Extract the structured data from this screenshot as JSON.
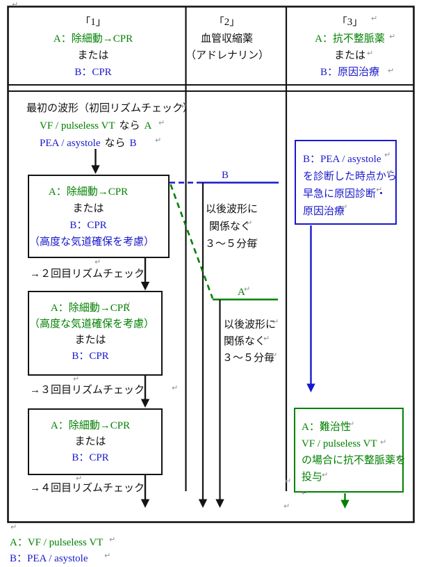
{
  "colors": {
    "green": "#008000",
    "blue": "#1818cc",
    "line_black": "#141414",
    "mark_gray": "#8f8f8f"
  },
  "marks": {
    "pilcrow": "↵"
  },
  "header": {
    "col1": {
      "title": "「1」",
      "option_a": "A：除細動→CPR",
      "or": "または",
      "option_b": "B：CPR"
    },
    "col2": {
      "title": "「2」",
      "line1": "血管収縮薬",
      "line2": "（アドレナリン）"
    },
    "col3": {
      "title": "「3」",
      "option_a": "A：抗不整脈薬",
      "or": "または",
      "option_b": "B：原因治療"
    }
  },
  "first_rhythm": {
    "title": "最初の波形（初回リズムチェック）",
    "vf_term": "VF / pulseless VT",
    "vf_mid": "なら",
    "vf_tail": "A",
    "pea_term": "PEA / asystole",
    "pea_mid": "なら",
    "pea_tail": "B"
  },
  "cycle1": {
    "option_a": "A：除細動→CPR",
    "or": "または",
    "option_b": "B：CPR",
    "note": "（高度な気道確保を考慮）"
  },
  "check2": "→２回目リズムチェック",
  "cycle2": {
    "option_a": "A：除細動→CPR",
    "note": "（高度な気道確保を考慮）",
    "or": "または",
    "option_b": "B：CPR"
  },
  "check3": "→３回目リズムチェック",
  "cycle3": {
    "option_a": "A：除細動→CPR",
    "or": "または",
    "option_b": "B：CPR"
  },
  "check4": "→４回目リズムチェック",
  "epinephrine": {
    "label_b": "B",
    "interval1": {
      "l1": "以後波形に",
      "l2": "関係なく",
      "l3": "３～５分毎"
    },
    "label_a": "A",
    "interval2": {
      "l1": "以後波形に",
      "l2": "関係なく",
      "l3": "３～５分毎"
    }
  },
  "pea_cause_box": {
    "l1": "B：PEA / asystole",
    "l2": "を診断した時点から",
    "l3": "早急に原因診断・",
    "l4": "原因治療"
  },
  "antiarrhythmic_box": {
    "l1": "A：難治性",
    "l2": "VF / pulseless VT",
    "l3": "の場合に抗不整脈薬を",
    "l4": "投与"
  },
  "legend": {
    "a": "A：VF / pulseless VT",
    "b": "B：PEA / asystole"
  }
}
